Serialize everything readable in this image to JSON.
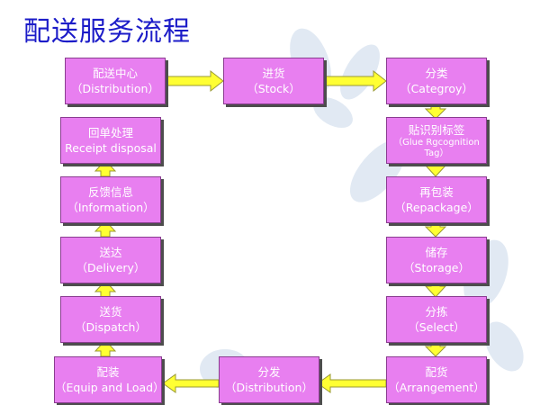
{
  "title": "配送服务流程",
  "colors": {
    "box_fill": "#e87ff0",
    "arrow_fill": "#ffff33",
    "arrow_stroke": "#9a9a33",
    "title": "#1c1cc8"
  },
  "steps": {
    "distribution_center": {
      "cn": "配送中心",
      "en": "（Distribution）"
    },
    "stock": {
      "cn": "进货",
      "en": "（Stock）"
    },
    "category": {
      "cn": "分类",
      "en": "（Categroy）"
    },
    "glue_tag": {
      "cn": "贴识别标签",
      "en": "（Glue Rgcognition Tag）"
    },
    "repackage": {
      "cn": "再包装",
      "en": "（Repackage）"
    },
    "storage": {
      "cn": "储存",
      "en": "（Storage）"
    },
    "select": {
      "cn": "分拣",
      "en": "（Select）"
    },
    "arrangement": {
      "cn": "配货",
      "en": "（Arrangement）"
    },
    "distribution": {
      "cn": "分发",
      "en": "（Distribution）"
    },
    "equip_load": {
      "cn": "配装",
      "en": "（Equip and Load）"
    },
    "dispatch": {
      "cn": "送货",
      "en": "（Dispatch）"
    },
    "delivery": {
      "cn": "送达",
      "en": "（Delivery）"
    },
    "information": {
      "cn": "反馈信息",
      "en": "（Information）"
    },
    "receipt": {
      "cn": "回单处理",
      "en": "Receipt disposal"
    }
  }
}
